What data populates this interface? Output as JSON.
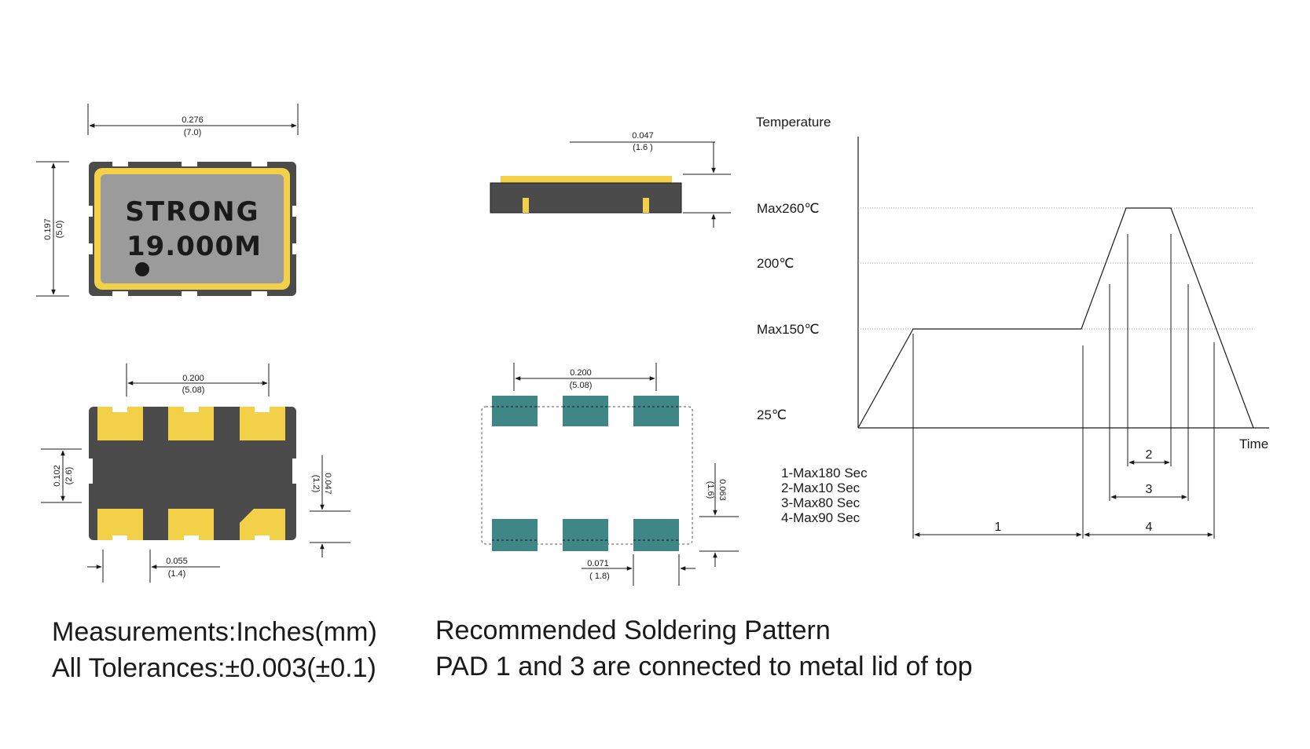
{
  "colors": {
    "body": "#4b4b4b",
    "gold": "#f2d047",
    "lid": "#9b9b9b",
    "pad": "#3f8686",
    "line": "#1a1a1a",
    "grid": "#9a9a9a"
  },
  "top_view": {
    "marking_line1": "STRONG",
    "marking_line2": "19.000M",
    "width_in": "0.276",
    "width_mm": "(7.0)",
    "height_in": "0.197",
    "height_mm": "(5.0)"
  },
  "side_view": {
    "thickness_in": "0.047",
    "thickness_mm": "(1.6 )"
  },
  "bottom_view": {
    "pitch_in": "0.200",
    "pitch_mm": "(5.08)",
    "pad_height_in": "0.102",
    "pad_height_mm": "(2.6)",
    "pad_len_in": "0.047",
    "pad_len_mm": "(1.2)",
    "pad_width_in": "0.055",
    "pad_width_mm": "(1.4)"
  },
  "land_pattern": {
    "pitch_in": "0.200",
    "pitch_mm": "(5.08)",
    "pad_len_in": "0.063",
    "pad_len_mm": "(1.6)",
    "pad_width_in": "0.071",
    "pad_width_mm": "( 1.8)"
  },
  "reflow": {
    "y_axis_label": "Temperature",
    "x_axis_label": "Time",
    "temps": [
      "Max260℃",
      "200℃",
      "Max150℃",
      "25℃"
    ],
    "legend": [
      "1-Max180 Sec",
      "2-Max10 Sec",
      "3-Max80 Sec",
      "4-Max90 Sec"
    ],
    "segment_labels": [
      "1",
      "2",
      "3",
      "4"
    ]
  },
  "captions": {
    "left_line1": "Measurements:Inches(mm)",
    "left_line2": "All Tolerances:±0.003(±0.1)",
    "right_line1": "Recommended Soldering Pattern",
    "right_line2": "PAD 1 and 3 are connected to metal lid of top"
  }
}
